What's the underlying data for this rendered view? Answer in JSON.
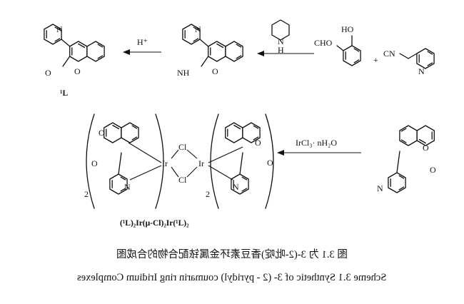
{
  "scheme": {
    "atoms": {
      "n": "N",
      "o": "O",
      "nh": "NH",
      "h": "H",
      "oh": "HO",
      "cho": "CHO",
      "cn": "CN",
      "ir": "Ir",
      "cl": "Cl"
    },
    "reagents": {
      "acid": "H⁺",
      "plus": "+",
      "iridium_salt": "IrCl₃· nH₂O"
    },
    "labels": {
      "ligand": "¹L",
      "bracket_count": "2",
      "dimer": "(¹L)₂Ir(μ-Cl)₂Ir(¹L)₂"
    }
  },
  "captions": {
    "chinese": "图 3.1 为 3-(2-吡啶)香豆素环金属铱配合物的合成图",
    "english": "Scheme 3.1 Synthetic of 3- (2 - pyridyl) coumarin ring Iridium Complexes"
  }
}
